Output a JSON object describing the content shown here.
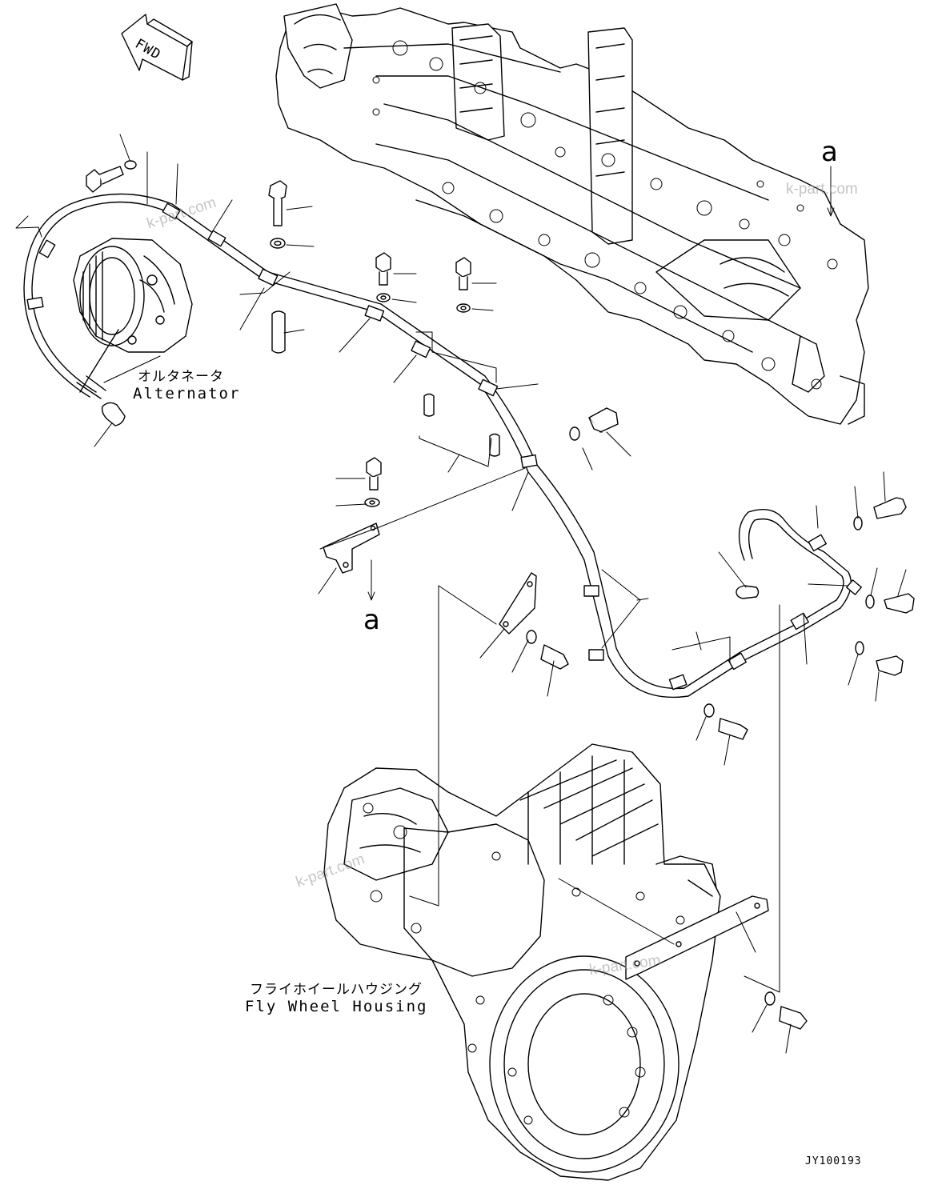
{
  "labels": {
    "alternator_jp": "オルタネータ",
    "alternator_en": "Alternator",
    "flywheel_jp": "フライホイールハウジング",
    "flywheel_en": "Fly Wheel Housing",
    "fwd": "FWD",
    "view_a_top": "a",
    "view_a_mid": "a",
    "drawing_code": "JY100193"
  },
  "watermark": {
    "text_1": "k-part.com",
    "text_2": "k-part.com",
    "text_3": "k-part.com",
    "text_4": "k-part.com"
  },
  "icons": {
    "forward_arrow": "fwd-arrow-icon"
  },
  "colors": {
    "line": "#000000",
    "background": "#ffffff",
    "watermark": "#969696"
  }
}
